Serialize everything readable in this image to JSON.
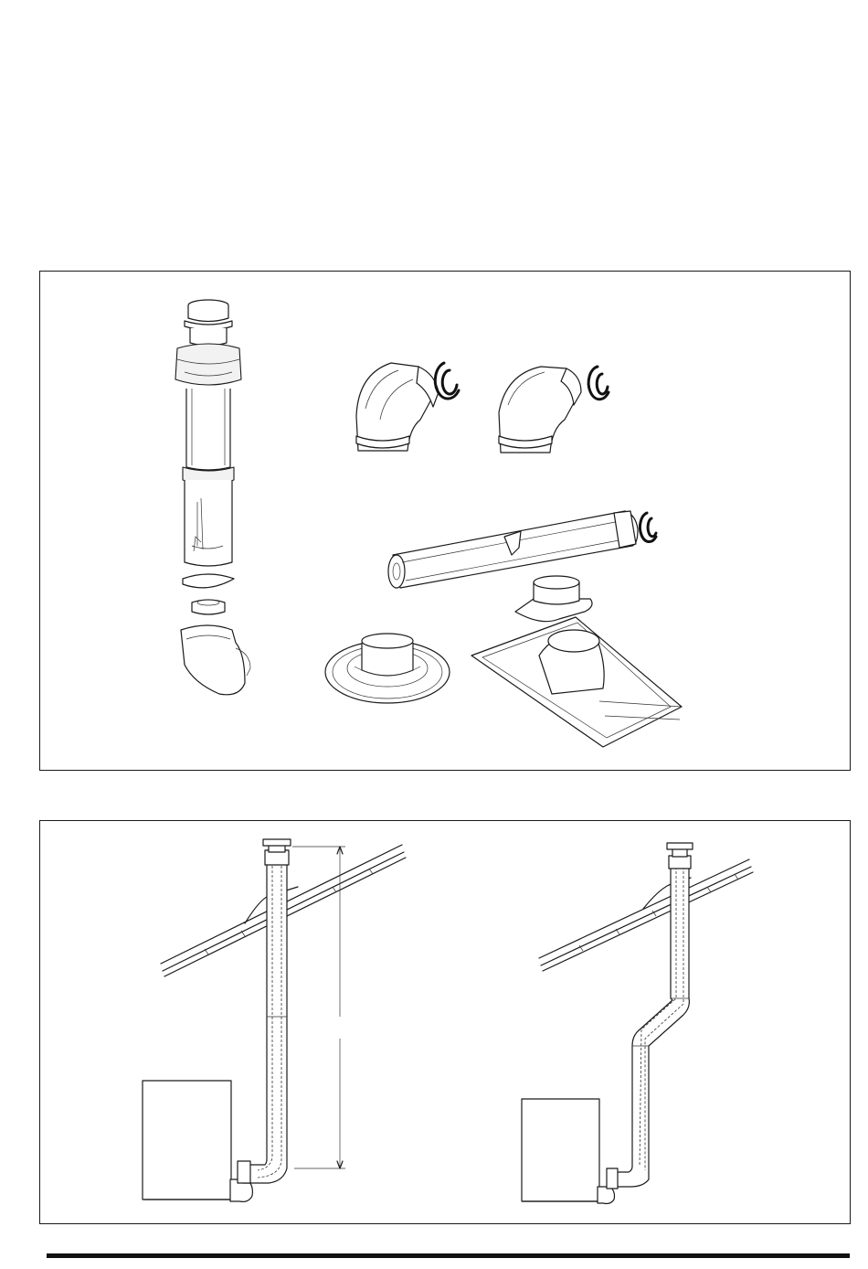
{
  "figure_top": {
    "components": [
      "vertical-flue-terminal-assembly",
      "elbow-90-with-clip",
      "elbow-45-with-clip",
      "extension-pipe-with-clip",
      "flat-roof-flashing",
      "pitched-roof-flashing"
    ]
  },
  "figure_bottom": {
    "configurations": [
      "straight-vertical-flue-through-pitched-roof",
      "offset-vertical-flue-through-pitched-roof"
    ]
  },
  "colors": {
    "line": "#1a1a1a",
    "background": "#ffffff"
  }
}
